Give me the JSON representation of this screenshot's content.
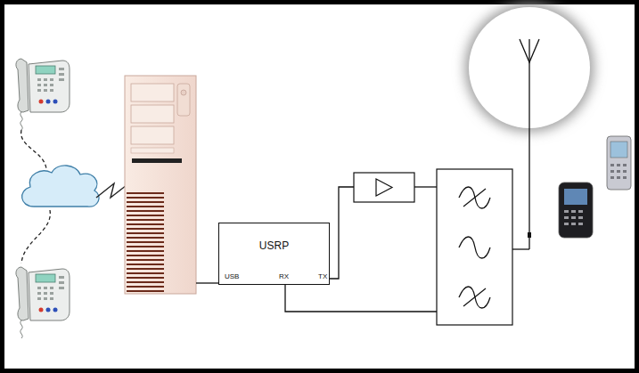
{
  "diagram": {
    "nodes": [
      {
        "text": [
          "USRP"
        ]
      }
    ],
    "labels": [
      "USB",
      "RX",
      "TX"
    ]
  }
}
